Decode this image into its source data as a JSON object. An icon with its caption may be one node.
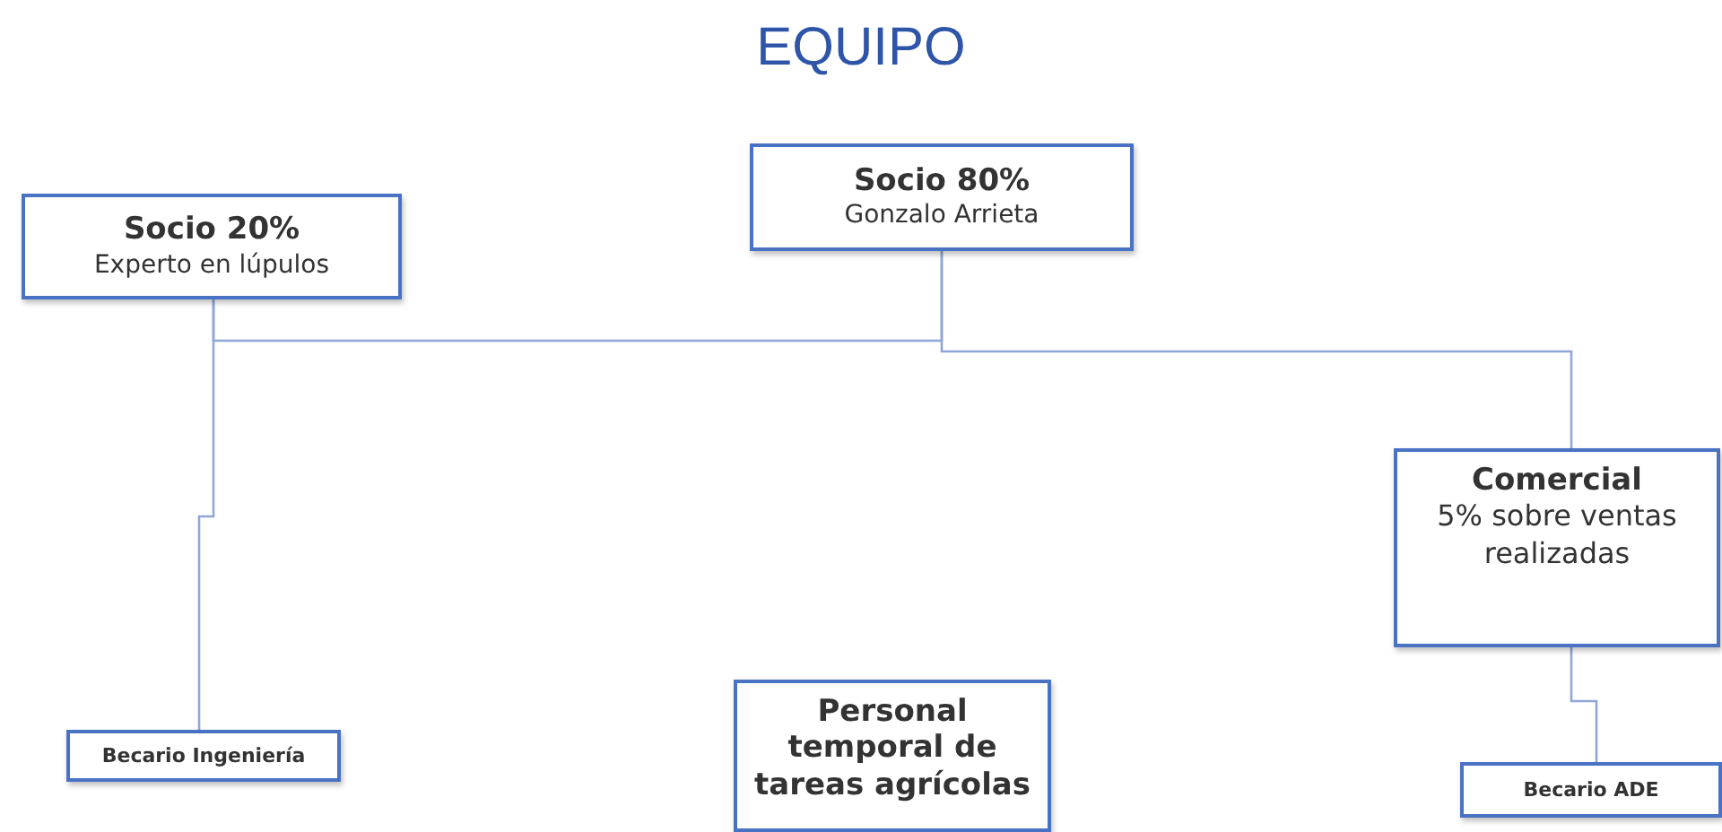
{
  "diagram": {
    "title": "EQUIPO",
    "nodes": [
      {
        "text": [
          "Socio 80%",
          "Gonzalo Arrieta"
        ]
      },
      {
        "text": [
          "Socio 20%",
          "Experto en lúpulos"
        ]
      },
      {
        "text": [
          "Comercial",
          "5% sobre ventas realizadas"
        ]
      },
      {
        "text": [
          "Becario Ingeniería"
        ]
      },
      {
        "text": [
          "Personal temporal de tareas agrícolas"
        ]
      },
      {
        "text": [
          "Becario ADE"
        ]
      }
    ],
    "edges": [
      {
        "from": 0,
        "to": 1,
        "arrow": "none"
      },
      {
        "from": 0,
        "to": 2,
        "arrow": "none"
      },
      {
        "from": 1,
        "to": 3,
        "arrow": "none"
      },
      {
        "from": 2,
        "to": 5,
        "arrow": "none"
      }
    ]
  }
}
